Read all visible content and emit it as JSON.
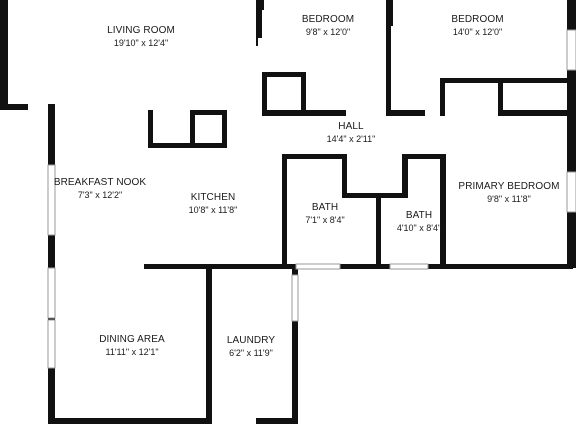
{
  "floor_plan": {
    "rooms": [
      {
        "key": "living_room",
        "name": "LIVING ROOM",
        "dimensions": "19'10\" x 12'4\""
      },
      {
        "key": "bedroom_1",
        "name": "BEDROOM",
        "dimensions": "9'8\" x 12'0\""
      },
      {
        "key": "bedroom_2",
        "name": "BEDROOM",
        "dimensions": "14'0\" x 12'0\""
      },
      {
        "key": "hall",
        "name": "HALL",
        "dimensions": "14'4\" x 2'11\""
      },
      {
        "key": "breakfast_nook",
        "name": "BREAKFAST NOOK",
        "dimensions": "7'3\" x 12'2\""
      },
      {
        "key": "kitchen",
        "name": "KITCHEN",
        "dimensions": "10'8\" x 11'8\""
      },
      {
        "key": "bath_1",
        "name": "BATH",
        "dimensions": "7'1\" x 8'4\""
      },
      {
        "key": "bath_2",
        "name": "BATH",
        "dimensions": "4'10\" x 8'4\""
      },
      {
        "key": "primary_bedroom",
        "name": "PRIMARY BEDROOM",
        "dimensions": "9'8\" x 11'8\""
      },
      {
        "key": "dining_area",
        "name": "DINING AREA",
        "dimensions": "11'11\" x 12'1\""
      },
      {
        "key": "laundry",
        "name": "LAUNDRY",
        "dimensions": "6'2\" x 11'9\""
      }
    ],
    "colors": {
      "wall": "#111111",
      "window": "#9a9a9a",
      "text": "#1a1a1a",
      "background": "#ffffff"
    }
  }
}
